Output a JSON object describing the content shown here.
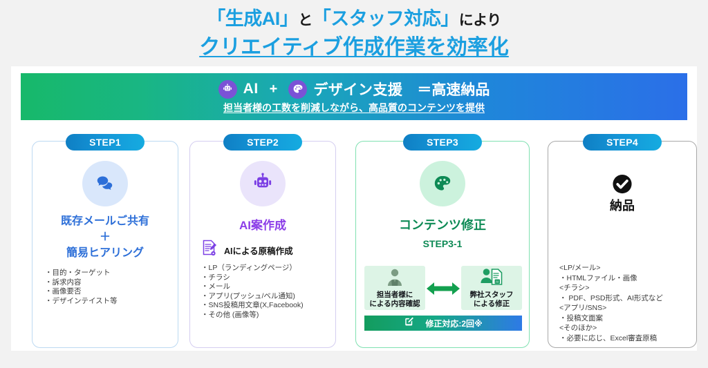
{
  "title": {
    "line1_a": "「生成AI」",
    "line1_b": "と",
    "line1_c": "「スタッフ対応」",
    "line1_d": "により",
    "line2": "クリエイティブ作成作業を効率化"
  },
  "banner": {
    "ai_label": "AI",
    "plus": "+",
    "design_label": "デザイン支援",
    "result": "＝高速納品",
    "subtitle": "担当者様の工数を削減しながら、高品質のコンテンツを提供",
    "robot_icon": "robot-icon",
    "palette_icon": "palette-icon",
    "gradient_from": "#17b86a",
    "gradient_to": "#2b6fe8",
    "icon_bg": "#7b52d6"
  },
  "steps": [
    {
      "pill": "STEP1",
      "icon": "chat-bubbles-icon",
      "icon_color": "#2d6fd8",
      "icon_bg": "#d9e7fb",
      "border_color": "#bcd9f2",
      "heading_line1": "既存メールご共有",
      "heading_line2": "＋",
      "heading_line3": "簡易ヒアリング",
      "heading_color": "#2d6fd8",
      "bullets": [
        "・目的・ターゲット",
        "・訴求内容",
        "・画像要否",
        "・デザインテイスト等"
      ]
    },
    {
      "pill": "STEP2",
      "icon": "robot-icon",
      "icon_color": "#7b3fe4",
      "icon_bg": "#eae4fb",
      "border_color": "#d4cdf0",
      "heading_line1": "AI案作成",
      "heading_color": "#8c3ee8",
      "sub_icon": "document-pencil-gear-icon",
      "sub_label": "AIによる原稿作成",
      "bullets": [
        "・LP（ランディングページ）",
        "・チラシ",
        "・メール",
        "・アプリ(プッシュ/ベル通知)",
        "・SNS投稿用文章(X,Facebook)",
        "・その他 (画像等)"
      ]
    },
    {
      "pill": "STEP3",
      "icon": "palette-icon",
      "icon_color": "#0d8a55",
      "icon_bg": "#ccf2dd",
      "border_color": "#7ee0b0",
      "heading_line1": "コンテンツ修正",
      "heading_color": "#0d8a55",
      "substep": "STEP3-1",
      "left_box": {
        "icon": "person-silhouette-icon",
        "caption_line1": "担当者様に",
        "caption_line2": "による内容確認"
      },
      "right_box": {
        "icon": "person-document-ai-icon",
        "caption_line1": "弊社スタッフ",
        "caption_line2": "による修正"
      },
      "arrow_icon": "double-arrow-icon",
      "bar": {
        "icon": "edit-pencil-icon",
        "label": "修正対応:2回※"
      }
    },
    {
      "pill": "STEP4",
      "icon": "check-circle-icon",
      "icon_color": "#111111",
      "border_color": "#a8a8a8",
      "heading_line1": "納品",
      "heading_color": "#111111",
      "bullets": [
        "<LP/メール>",
        "・HTMLファイル・画像",
        "<チラシ>",
        "・ PDF、PSD形式、AI形式など",
        "<アプリ/SNS>",
        "・投稿文面案",
        "<そのほか>",
        "・必要に応じ、Excel審査原稿"
      ]
    }
  ]
}
